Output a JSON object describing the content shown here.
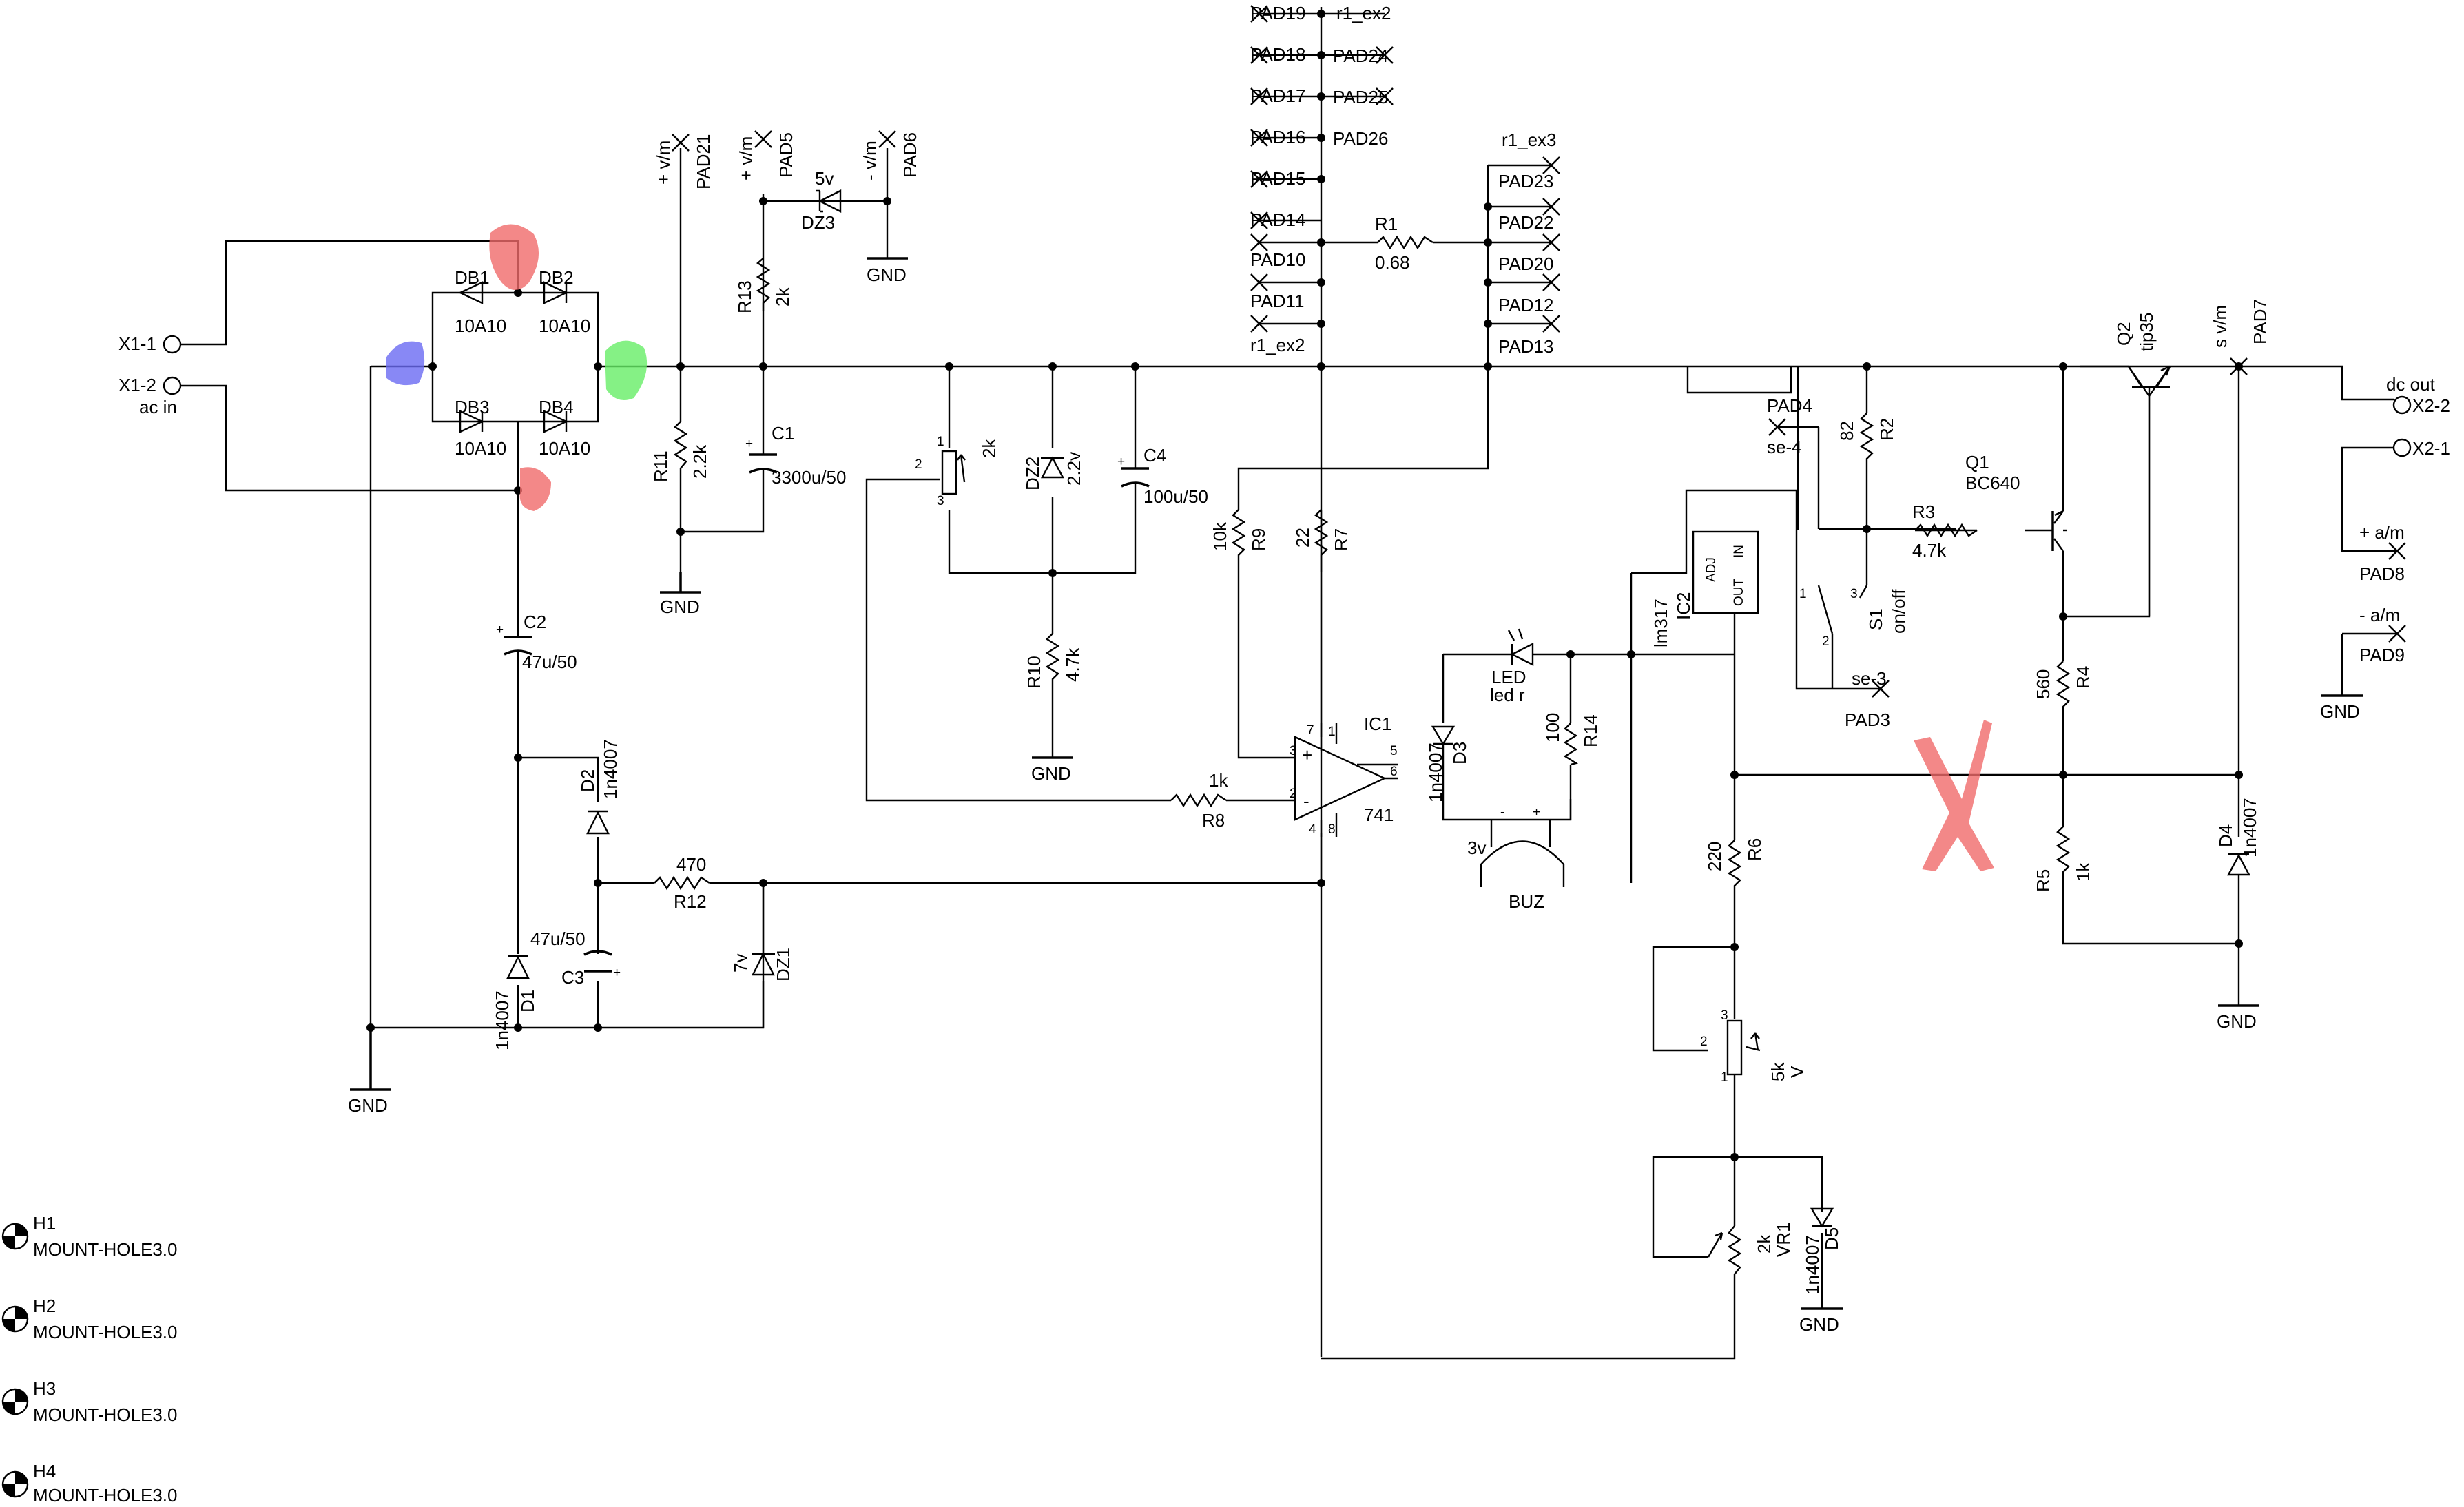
{
  "connectors": {
    "x1_1": "X1-1",
    "x1_2": "X1-2",
    "ac_in": "ac in",
    "x2_2": "X2-2",
    "x2_1": "X2-1",
    "dc_out": "dc out"
  },
  "bridge": {
    "db1": "DB1",
    "db2": "DB2",
    "db3": "DB3",
    "db4": "DB4",
    "v1": "10A10",
    "v2": "10A10",
    "v3": "10A10",
    "v4": "10A10"
  },
  "pads": {
    "pad21": "PAD21",
    "pad21_net": "+ v/m",
    "pad5": "PAD5",
    "pad5_net": "+ v/m",
    "pad6": "PAD6",
    "pad6_net": "- v/m",
    "pad19": "PAD19",
    "r1_ex2_top": "r1_ex2",
    "pad18": "PAD18",
    "pad24": "PAD24",
    "pad17": "PAD17",
    "pad25": "PAD25",
    "pad16": "PAD16",
    "pad26": "PAD26",
    "pad15": "PAD15",
    "pad14": "PAD14",
    "pad10": "PAD10",
    "pad11": "PAD11",
    "r1_ex2_bot": "r1_ex2",
    "r1_ex3": "r1_ex3",
    "pad23": "PAD23",
    "pad22": "PAD22",
    "pad20": "PAD20",
    "pad12": "PAD12",
    "pad13": "PAD13",
    "pad4": "PAD4",
    "se4": "se-4",
    "pad3": "PAD3",
    "se3": "se-3",
    "pad7": "PAD7",
    "pad7_net": "s v/m",
    "pad8": "PAD8",
    "pad8_net": "+ a/m",
    "pad9": "PAD9",
    "pad9_net": "- a/m"
  },
  "components": {
    "dz3": "DZ3",
    "dz3_v": "5v",
    "r13": "R13",
    "r13_v": "2k",
    "r11": "R11",
    "r11_v": "2.2k",
    "c1": "C1",
    "c1_v": "3300u/50",
    "p1": "2k",
    "p1_pin1": "1",
    "p1_pin2": "2",
    "p1_pin3": "3",
    "dz2": "DZ2",
    "dz2_v": "2.2v",
    "c4": "C4",
    "c4_v": "100u/50",
    "r10": "R10",
    "r10_v": "4.7k",
    "r1": "R1",
    "r1_v": "0.68",
    "r9": "R9",
    "r9_v": "10k",
    "r7": "R7",
    "r7_v": "22",
    "r8": "R8",
    "r8_v": "1k",
    "ic1": "IC1",
    "ic1_v": "741",
    "ic1_p7": "7",
    "ic1_p1": "1",
    "ic1_p3": "3",
    "ic1_p2": "2",
    "ic1_p5": "5",
    "ic1_p6": "6",
    "ic1_p4": "4",
    "ic1_p8": "8",
    "ic1_plus": "+",
    "ic1_minus": "-",
    "c2": "C2",
    "c2_v": "47u/50",
    "d2": "D2",
    "d2_v": "1n4007",
    "r12": "R12",
    "r12_v": "470",
    "c3": "C3",
    "c3_v": "47u/50",
    "dz1": "DZ1",
    "dz1_v": "7v",
    "d1": "D1",
    "d1_v": "1n4007",
    "ic2": "IC2",
    "ic2_v": "lm317",
    "ic2_adj": "ADJ",
    "ic2_out": "OUT",
    "ic2_in": "IN",
    "led": "LED",
    "led_v": "led r",
    "d3": "D3",
    "d3_v": "1n4007",
    "r14": "R14",
    "r14_v": "100",
    "buz": "BUZ",
    "buz_v": "3v",
    "buz_minus": "-",
    "buz_plus": "+",
    "r2": "R2",
    "r2_v": "82",
    "r3": "R3",
    "r3_v": "4.7k",
    "q1": "Q1",
    "q1_v": "BC640",
    "q2": "Q2",
    "q2_v": "tip35",
    "s1": "S1",
    "s1_v": "on/off",
    "s1_p1": "1",
    "s1_p3": "3",
    "s1_p2": "2",
    "r4": "R4",
    "r4_v": "560",
    "r5": "R5",
    "r5_v": "1k",
    "d4": "D4",
    "d4_v": "1n4007",
    "r6": "R6",
    "r6_v": "220",
    "p2": "5k",
    "p2_v": "V",
    "p2_pin1": "1",
    "p2_pin2": "2",
    "p2_pin3": "3",
    "vr1": "VR1",
    "vr1_v": "2k",
    "d5": "D5",
    "d5_v": "1n4007"
  },
  "grounds": {
    "label": "GND"
  },
  "mount_holes": [
    {
      "ref": "H1",
      "name": "MOUNT-HOLE3.0"
    },
    {
      "ref": "H2",
      "name": "MOUNT-HOLE3.0"
    },
    {
      "ref": "H3",
      "name": "MOUNT-HOLE3.0"
    },
    {
      "ref": "H4",
      "name": "MOUNT-HOLE3.0"
    }
  ],
  "annotation_colors": {
    "red": "#f06a6a",
    "blue": "#6a6af2",
    "green": "#66ee66"
  }
}
